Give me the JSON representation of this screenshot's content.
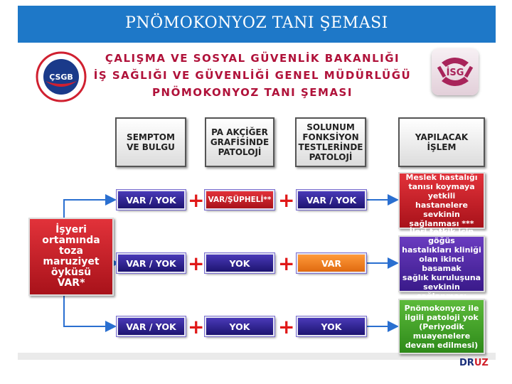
{
  "slide_title": "PNÖMOKONYOZ TANI ŞEMASI",
  "header": {
    "line1": "ÇALIŞMA VE SOSYAL GÜVENLİK BAKANLIĞI",
    "line2": "İŞ SAĞLIĞI VE GÜVENLİĞİ GENEL MÜDÜRLÜĞÜ",
    "line3": "PNÖMOKONYOZ TANI ŞEMASI"
  },
  "logos": {
    "left_text": "ÇSGB",
    "right_text": "İSG"
  },
  "columns": {
    "c1": [
      "SEMPTOM",
      "VE BULGU"
    ],
    "c2": [
      "PA AKÇİĞER",
      "GRAFİSİNDE",
      "PATOLOJİ"
    ],
    "c3": [
      "SOLUNUM",
      "FONKSİYON",
      "TESTLERİNDE",
      "PATOLOJİ"
    ],
    "c4": [
      "YAPILACAK",
      "İŞLEM"
    ]
  },
  "left_box": [
    "İşyeri",
    "ortamında",
    "toza",
    "maruziyet",
    "öyküsü",
    "VAR*"
  ],
  "plus_sign": "+",
  "rows": [
    {
      "c1": "VAR / YOK",
      "c2": "VAR/ŞÜPHELİ**",
      "c3": "VAR / YOK",
      "result": [
        "Meslek hastalığı",
        "tanısı koymaya",
        "yetkili hastanelere",
        "sevkinin",
        "sağlanması ***"
      ],
      "colors": {
        "c2": "#c41a22",
        "result": "#c41a22"
      }
    },
    {
      "c1": "VAR / YOK",
      "c2": "YOK",
      "c3": "VAR",
      "result": [
        "İleri tetkik için göğüs",
        "hastalıkları kliniği",
        "olan ikinci basamak",
        "sağlık kuruluşuna",
        "sevkinin sağlanması"
      ],
      "colors": {
        "c3": "#f07a1a",
        "result": "#4a2aa0"
      }
    },
    {
      "c1": "VAR / YOK",
      "c2": "YOK",
      "c3": "YOK",
      "result": [
        "Pnömokonyoz ile",
        "ilgili patoloji yok",
        "(Periyodik",
        "muayenelere",
        "devam edilmesi)"
      ],
      "colors": {
        "result": "#3e9a26"
      }
    }
  ],
  "watermark": {
    "d": "DR",
    "u": "UZ"
  }
}
